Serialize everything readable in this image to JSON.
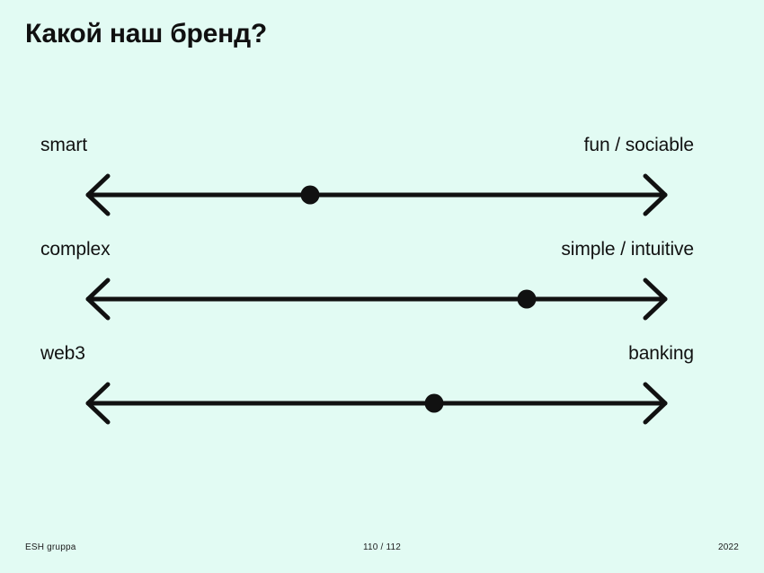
{
  "slide": {
    "title": "Какой наш бренд?",
    "background_color": "#e2fbf3",
    "ink_color": "#111111"
  },
  "chart_data": {
    "type": "scatter",
    "title": "Какой наш бренд?",
    "subtype": "semantic-differential-scales",
    "xlabel": "",
    "ylabel": "",
    "xlim": [
      0,
      100
    ],
    "grid": false,
    "legend": false,
    "axis_style": "double-headed-arrow",
    "marker": "filled-circle",
    "scales": [
      {
        "left_label": "smart",
        "right_label": "fun / sociable",
        "value": 39,
        "marker_x_px": 345
      },
      {
        "left_label": "complex",
        "right_label": "simple / intuitive",
        "value": 75,
        "marker_x_px": 586
      },
      {
        "left_label": "web3",
        "right_label": "banking",
        "value": 60,
        "marker_x_px": 483
      }
    ]
  },
  "footer": {
    "brand": "ESH gruppa",
    "page": "110 / 112",
    "year": "2022"
  }
}
